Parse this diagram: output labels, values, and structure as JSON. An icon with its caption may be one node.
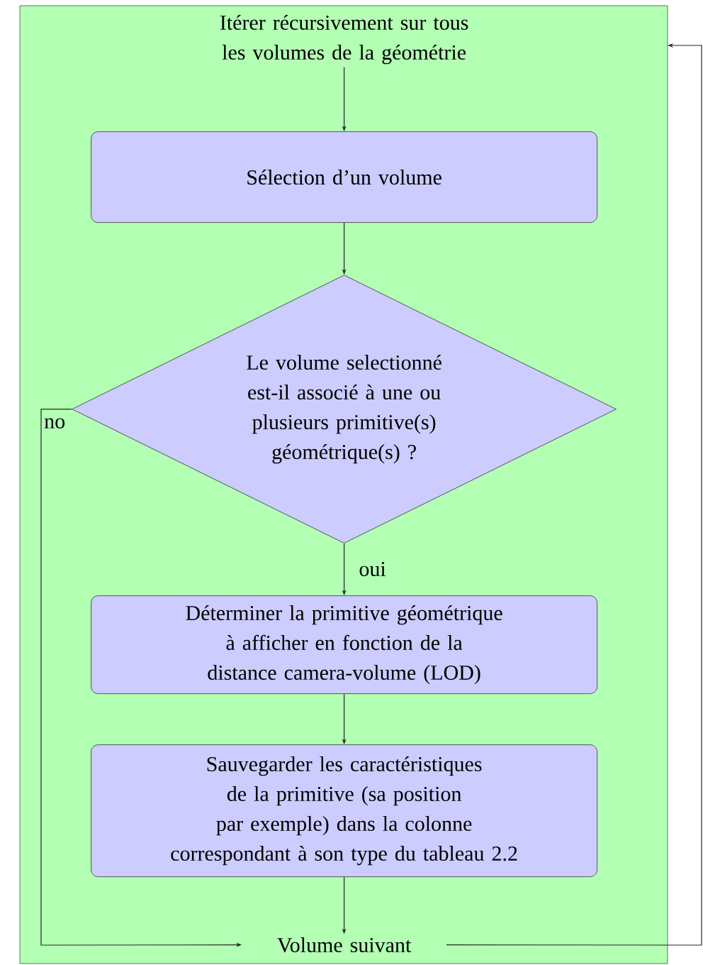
{
  "diagram": {
    "nodes": [
      {
        "text": [],
        "shape": "box"
      },
      {
        "text": [
          "Itérer récursivement sur tous les volumes de la géométrie"
        ],
        "in": 0
      },
      {
        "text": [
          "Sélection d’un volume"
        ],
        "in": 0
      },
      {
        "text": [
          "Le volume selectionné est-il associé à une ou plusieurs primitive(s) géométrique(s) ?"
        ],
        "in": 0
      },
      {
        "text": [
          "Déterminer la primitive géométrique à afficher en fonction de la distance camera-volume (LOD)"
        ],
        "in": 0
      },
      {
        "text": [
          "Sauvegarder les caractéristiques de la primitive (sa position par exemple) dans la colonne correspondant à son type du tableau 2.2"
        ],
        "in": 0
      },
      {
        "text": [
          "Volume suivant"
        ],
        "in": 0
      }
    ],
    "edges": [
      {
        "from": 1,
        "to": 2,
        "arrow": "to"
      },
      {
        "from": 2,
        "to": 3,
        "arrow": "to"
      },
      {
        "from": 3,
        "to": 4,
        "arrow": "to",
        "label": "oui"
      },
      {
        "from": 4,
        "to": 5,
        "arrow": "to"
      },
      {
        "from": 5,
        "to": 6,
        "arrow": "to"
      },
      {
        "from": 3,
        "to": 6,
        "arrow": "to",
        "label": "no"
      },
      {
        "from": 6,
        "to": 0,
        "arrow": "to"
      }
    ]
  }
}
